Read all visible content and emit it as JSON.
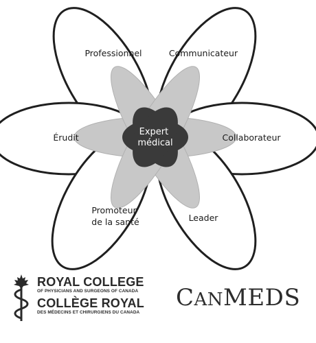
{
  "diagram": {
    "center_label_line1": "Expert",
    "center_label_line2": "médical",
    "roles": {
      "professionnel": [
        "Professionnel"
      ],
      "communicateur": [
        "Communicateur"
      ],
      "erudit": [
        "Érudit"
      ],
      "collaborateur": [
        "Collaborateur"
      ],
      "promoteur": [
        "Promoteur",
        "de la santé"
      ],
      "leader": [
        "Leader"
      ]
    }
  },
  "logo": {
    "line1": "ROYAL COLLEGE",
    "line2": "OF PHYSICIANS AND SURGEONS OF CANADA",
    "line3": "COLLÈGE ROYAL",
    "line4": "DES MÉDECINS ET CHIRURGIENS DU CANADA"
  },
  "brand": {
    "first_letter": "C",
    "rest_small": "AN",
    "meds": "MEDS"
  }
}
